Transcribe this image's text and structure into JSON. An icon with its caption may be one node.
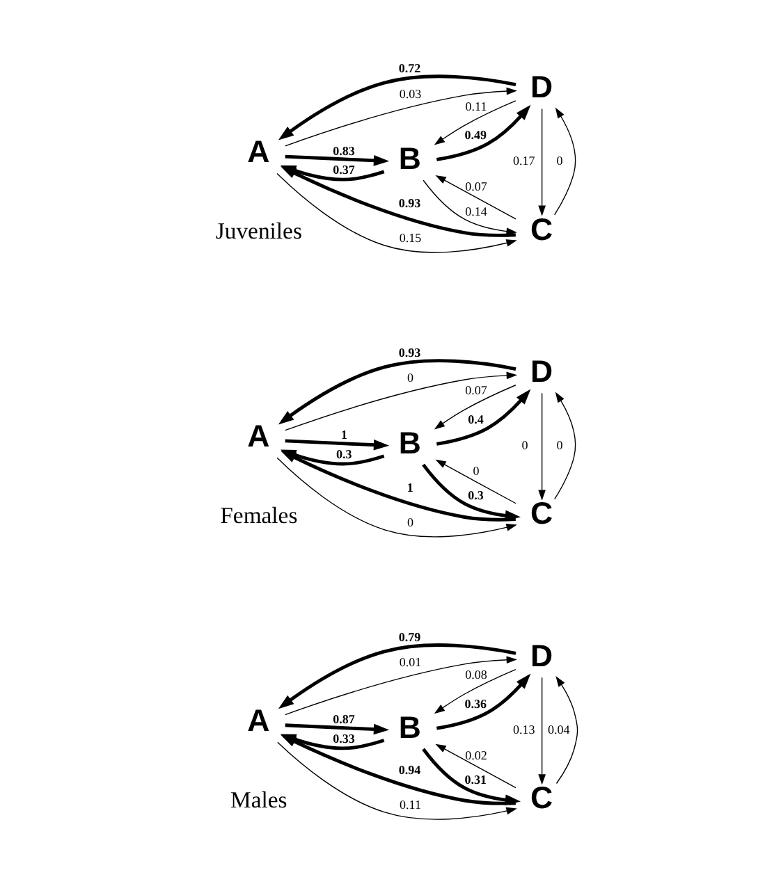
{
  "diagram": {
    "nodes": [
      {
        "text": [
          "A"
        ]
      },
      {
        "text": [
          "B"
        ]
      },
      {
        "text": [
          "C"
        ]
      },
      {
        "text": [
          "D"
        ]
      },
      {
        "text": [
          "A"
        ]
      },
      {
        "text": [
          "B"
        ]
      },
      {
        "text": [
          "C"
        ]
      },
      {
        "text": [
          "D"
        ]
      },
      {
        "text": [
          "A"
        ]
      },
      {
        "text": [
          "B"
        ]
      },
      {
        "text": [
          "C"
        ]
      },
      {
        "text": [
          "D"
        ]
      }
    ],
    "edges": [
      {
        "from": 2,
        "to": 0,
        "arrow": "to",
        "label": "0.94",
        "style": "thick"
      },
      {
        "from": 0,
        "to": 2,
        "arrow": "to",
        "label": "0.11"
      },
      {
        "from": 0,
        "to": 1,
        "arrow": "to",
        "label": "0.87",
        "style": "thick"
      },
      {
        "from": 1,
        "to": 0,
        "arrow": "to",
        "label": "0.33",
        "style": "thick"
      },
      {
        "from": 1,
        "to": 2,
        "arrow": "to",
        "label": "0.31",
        "style": "thick"
      },
      {
        "from": 2,
        "to": 1,
        "arrow": "to",
        "label": "0.02"
      },
      {
        "from": 3,
        "to": 1,
        "arrow": "to",
        "label": "0.08"
      },
      {
        "from": 1,
        "to": 3,
        "arrow": "to",
        "label": "0.36",
        "style": "thick"
      },
      {
        "from": 3,
        "to": 2,
        "arrow": "to",
        "label": "0.13"
      },
      {
        "from": 2,
        "to": 3,
        "arrow": "to",
        "label": "0.04"
      },
      {
        "from": 0,
        "to": 3,
        "arrow": "to",
        "label": "0.01"
      },
      {
        "from": 3,
        "to": 0,
        "arrow": "to",
        "label": "0.79",
        "style": "thick"
      },
      {
        "from": 6,
        "to": 4,
        "arrow": "to",
        "label": "1",
        "style": "thick"
      },
      {
        "from": 4,
        "to": 6,
        "arrow": "to",
        "label": "0"
      },
      {
        "from": 4,
        "to": 5,
        "arrow": "to",
        "label": "1",
        "style": "thick"
      },
      {
        "from": 5,
        "to": 4,
        "arrow": "to",
        "label": "0.3",
        "style": "thick"
      },
      {
        "from": 5,
        "to": 6,
        "arrow": "to",
        "label": "0.3",
        "style": "thick"
      },
      {
        "from": 6,
        "to": 5,
        "arrow": "to",
        "label": "0"
      },
      {
        "from": 7,
        "to": 5,
        "arrow": "to",
        "label": "0.07"
      },
      {
        "from": 5,
        "to": 7,
        "arrow": "to",
        "label": "0.4",
        "style": "thick"
      },
      {
        "from": 7,
        "to": 6,
        "arrow": "to",
        "label": "0"
      },
      {
        "from": 6,
        "to": 7,
        "arrow": "to",
        "label": "0"
      },
      {
        "from": 4,
        "to": 7,
        "arrow": "to",
        "label": "0"
      },
      {
        "from": 7,
        "to": 4,
        "arrow": "to",
        "label": "0.93",
        "style": "thick"
      },
      {
        "from": 10,
        "to": 8,
        "arrow": "to",
        "label": "0.93",
        "style": "thick"
      },
      {
        "from": 8,
        "to": 10,
        "arrow": "to",
        "label": "0.15"
      },
      {
        "from": 8,
        "to": 9,
        "arrow": "to",
        "label": "0.83",
        "style": "thick"
      },
      {
        "from": 9,
        "to": 8,
        "arrow": "to",
        "label": "0.37",
        "style": "thick"
      },
      {
        "from": 9,
        "to": 10,
        "arrow": "to",
        "label": "0.14"
      },
      {
        "from": 10,
        "to": 9,
        "arrow": "to",
        "label": "0.07"
      },
      {
        "from": 11,
        "to": 9,
        "arrow": "to",
        "label": "0.11"
      },
      {
        "from": 9,
        "to": 11,
        "arrow": "to",
        "label": "0.49",
        "style": "thick"
      },
      {
        "from": 11,
        "to": 10,
        "arrow": "to",
        "label": "0.17"
      },
      {
        "from": 10,
        "to": 11,
        "arrow": "to",
        "label": "0"
      },
      {
        "from": 8,
        "to": 11,
        "arrow": "to",
        "label": "0.03"
      },
      {
        "from": 11,
        "to": 8,
        "arrow": "to",
        "label": "0.72",
        "style": "thick"
      }
    ],
    "labels": [
      "Males",
      "Females",
      "Juveniles"
    ]
  }
}
